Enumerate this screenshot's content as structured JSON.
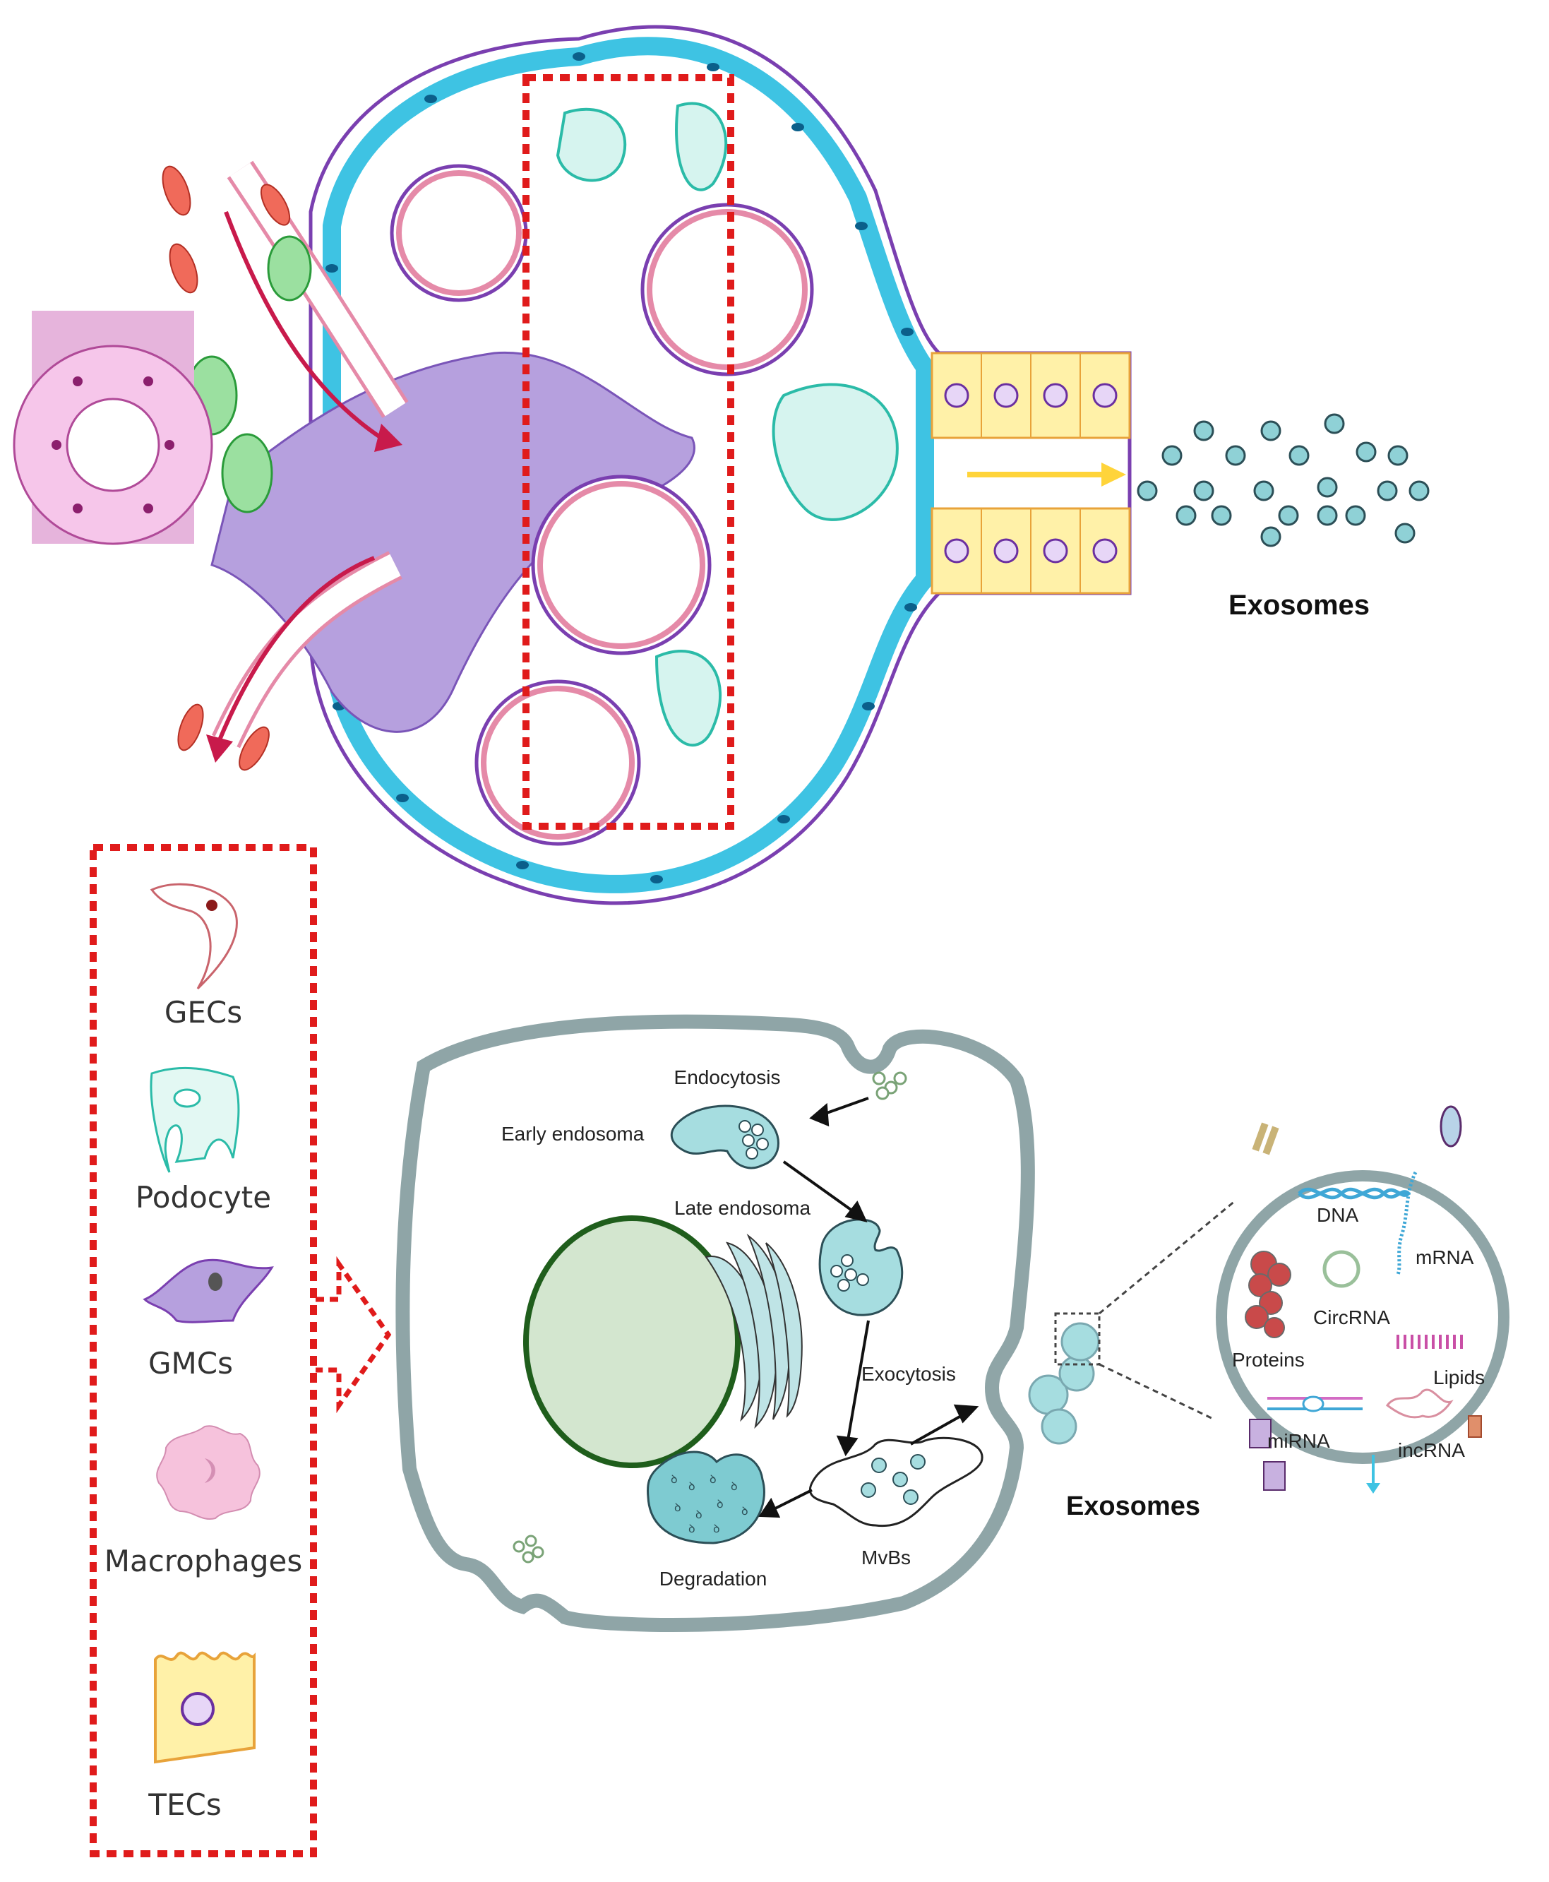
{
  "glomerulus": {
    "exosomes_label": "Exosomes"
  },
  "legend": {
    "items": [
      {
        "key": "gecs",
        "label": "GECs"
      },
      {
        "key": "podocyte",
        "label": "Podocyte"
      },
      {
        "key": "gmcs",
        "label": "GMCs"
      },
      {
        "key": "macrophages",
        "label": "Macrophages"
      },
      {
        "key": "tecs",
        "label": "TECs"
      }
    ]
  },
  "cell": {
    "endocytosis": "Endocytosis",
    "early_endosome": "Early endosoma",
    "late_endosome": "Late endosoma",
    "exocytosis": "Exocytosis",
    "mvbs": "MvBs",
    "degradation": "Degradation",
    "exosomes_label": "Exosomes"
  },
  "exosome_cargo": {
    "dna": "DNA",
    "mrna": "mRNA",
    "circrna": "CircRNA",
    "proteins": "Proteins",
    "lipids": "Lipids",
    "mirna": "miRNA",
    "lncrna": "incRNA"
  },
  "colors": {
    "dashed_box": "#e01b1b",
    "capsule_outer": "#7a3fb0",
    "capsule_cells": "#3ec3e3",
    "podocyte": "#2bbba8",
    "capillary": "#e58aa8",
    "mesangial": "#a98fd0",
    "tubule": "#fff1a8",
    "exosome": "#8fd1d6",
    "membrane": "#8fa5a7",
    "nucleus_fill": "#d3e6cf",
    "nucleus_border": "#1f5e1c",
    "arrow_red": "#c81a4b",
    "arrow_yellow": "#ffd43a"
  }
}
